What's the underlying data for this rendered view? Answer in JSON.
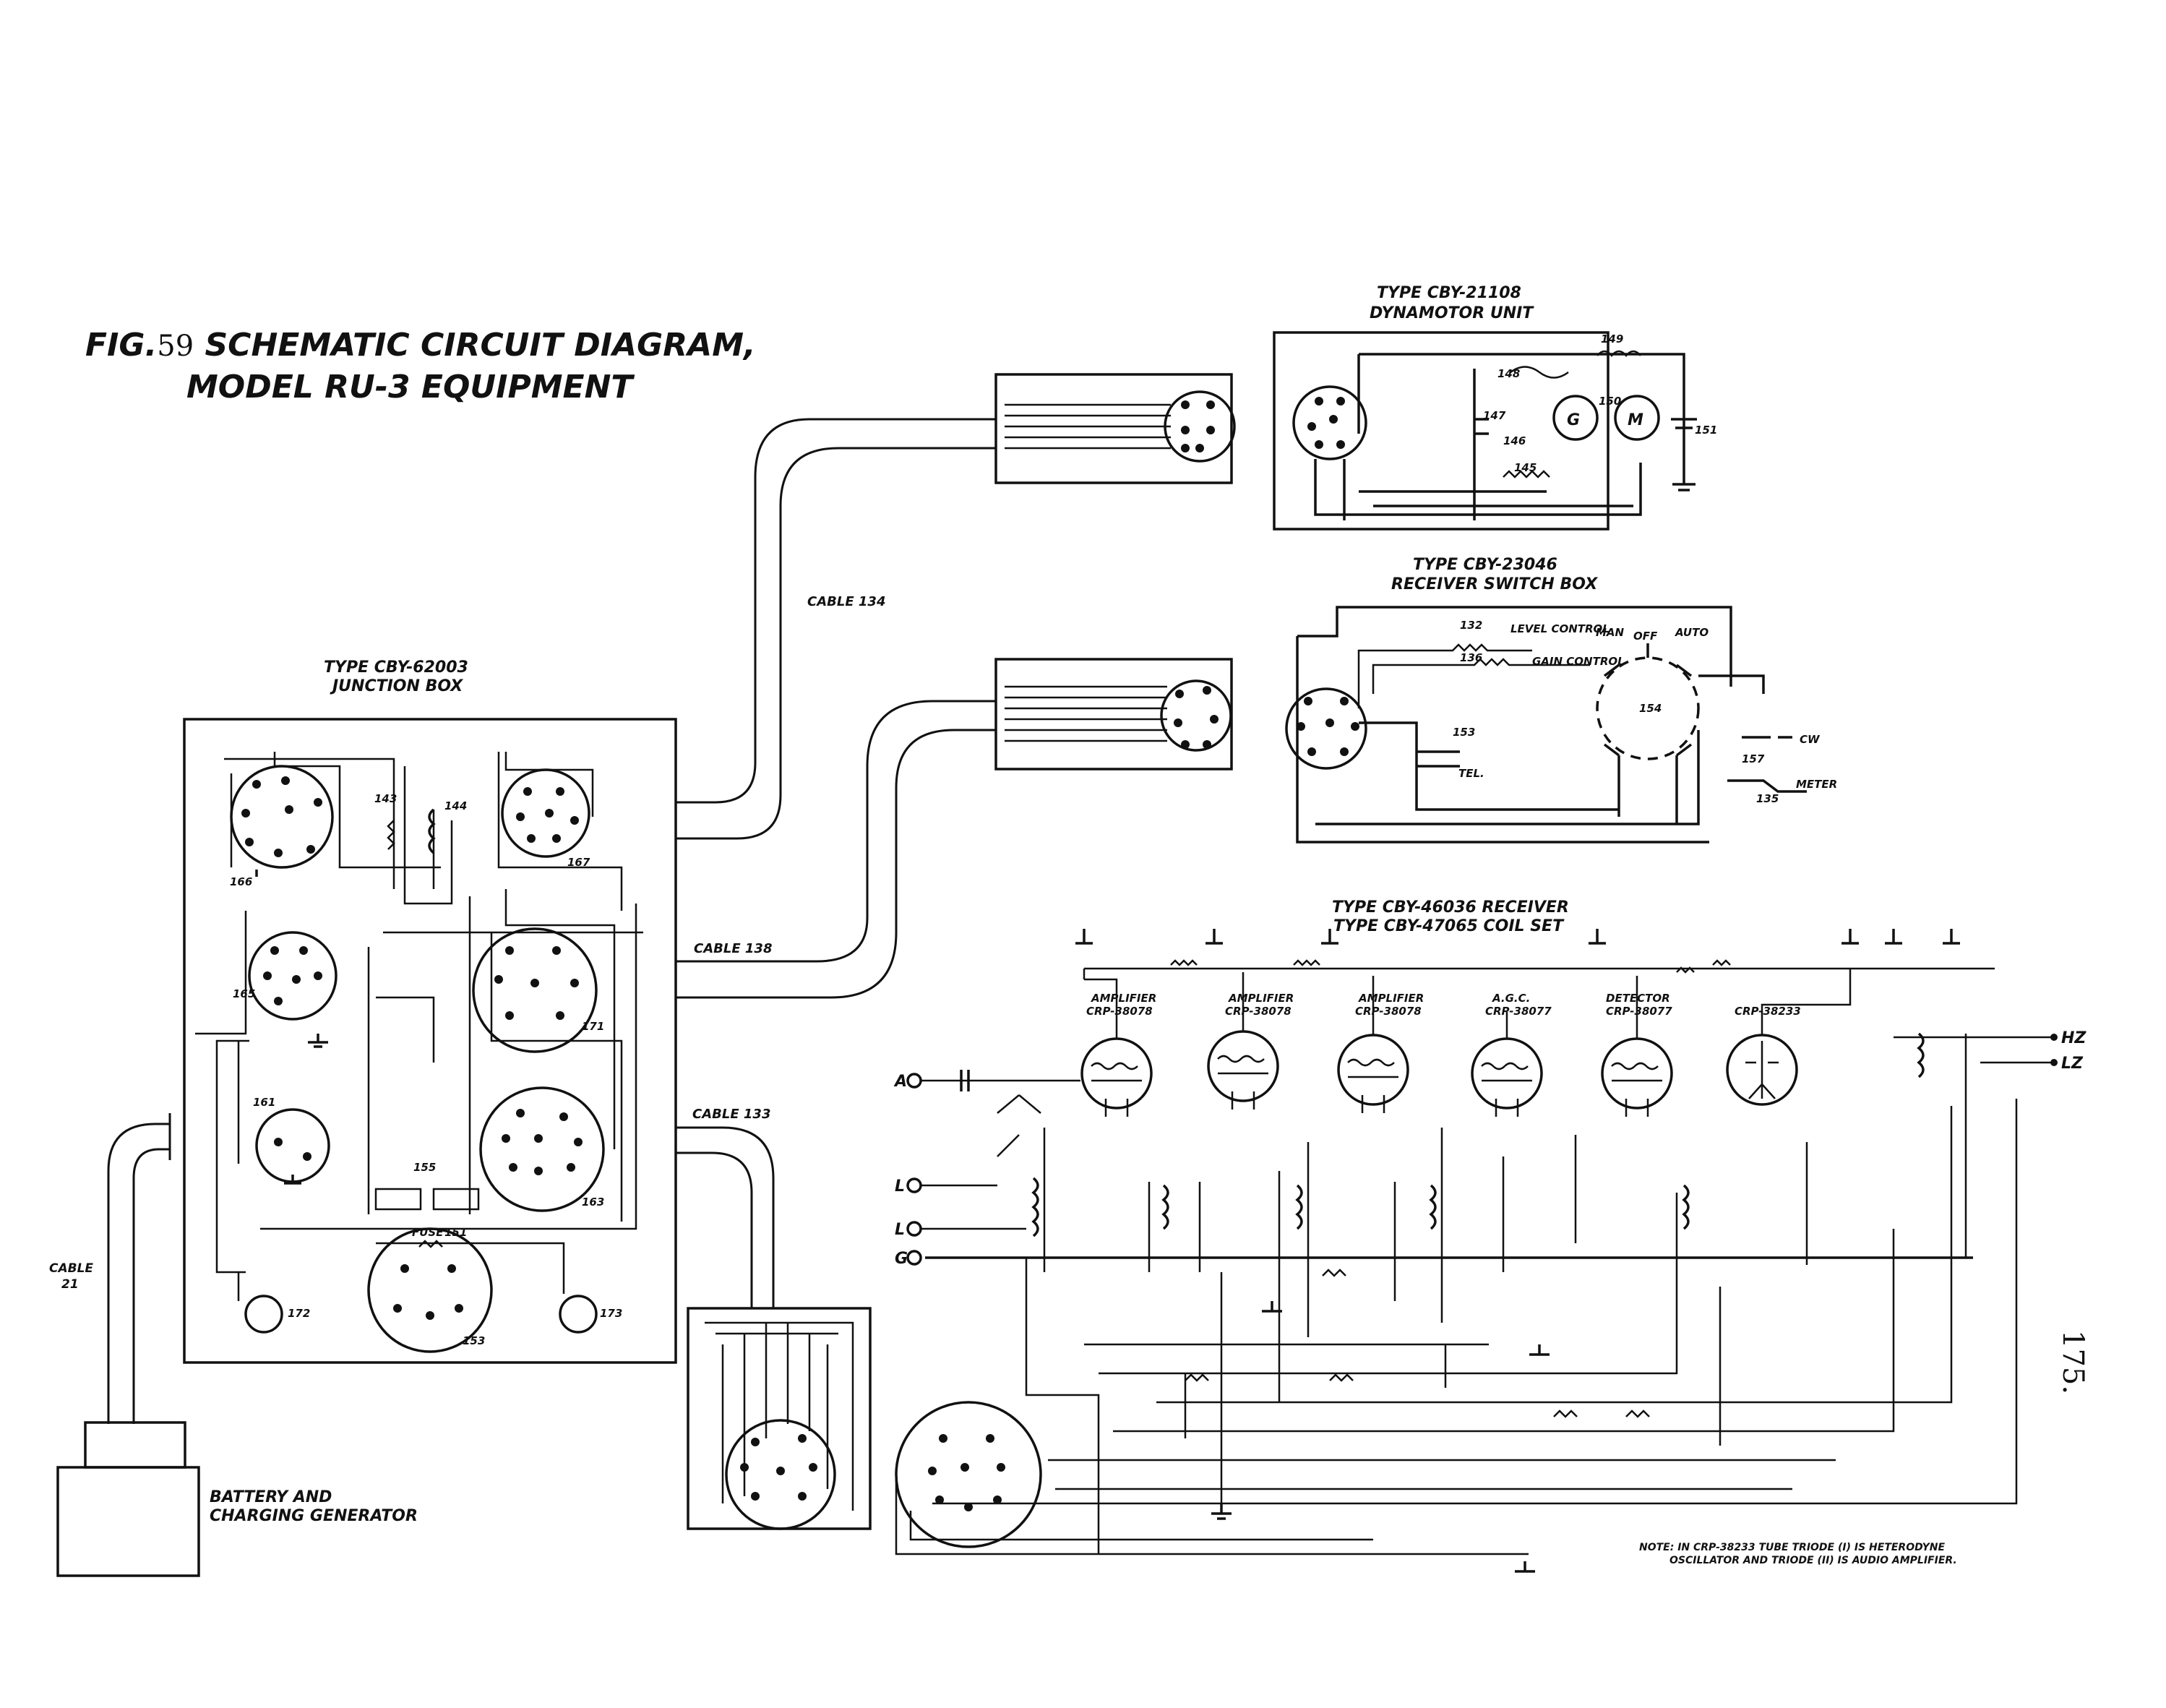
{
  "figure": {
    "title_prefix": "FIG.",
    "number": "59",
    "title_line1": " SCHEMATIC CIRCUIT DIAGRAM,",
    "title_line2": "MODEL RU-3 EQUIPMENT",
    "page_number": "175."
  },
  "units": {
    "dynamotor": {
      "line1": "TYPE CBY-21108",
      "line2": "DYNAMOTOR UNIT",
      "parts": [
        "149",
        "148",
        "150",
        "147",
        "146",
        "145",
        "151"
      ],
      "generator": "G",
      "motor": "M"
    },
    "switch_box": {
      "line1": "TYPE CBY-23046",
      "line2": "RECEIVER SWITCH BOX",
      "level_control": "LEVEL CONTROL",
      "gain_control": "GAIN CONTROL",
      "man": "MAN",
      "off": "OFF",
      "auto": "AUTO",
      "tel": "TEL.",
      "cw": "CW",
      "meter": "METER",
      "parts": [
        "132",
        "136",
        "153",
        "154",
        "157",
        "135"
      ]
    },
    "junction_box": {
      "line1": "TYPE CBY-62003",
      "line2": "JUNCTION BOX",
      "parts": [
        "166",
        "143",
        "144",
        "167",
        "165",
        "171",
        "161",
        "163",
        "155",
        "151",
        "172",
        "153",
        "173"
      ],
      "fuse": "FUSE"
    },
    "receiver": {
      "line1": "TYPE CBY-46036 RECEIVER",
      "line2": "TYPE CBY-47065 COIL SET"
    },
    "battery": {
      "line1": "BATTERY AND",
      "line2": "CHARGING GENERATOR"
    }
  },
  "cables": {
    "c134": "CABLE 134",
    "c138": "CABLE 138",
    "c133": "CABLE 133",
    "c21_line1": "CABLE",
    "c21_line2": "21"
  },
  "tubes": [
    {
      "role": "AMPLIFIER",
      "type": "CRP-38078"
    },
    {
      "role": "AMPLIFIER",
      "type": "CRP-38078"
    },
    {
      "role": "AMPLIFIER",
      "type": "CRP-38078"
    },
    {
      "role": "A.G.C.",
      "type": "CRP-38077"
    },
    {
      "role": "DETECTOR",
      "type": "CRP-38077"
    },
    {
      "role": "",
      "type": "CRP-38233"
    }
  ],
  "terminals": {
    "a": "A",
    "l1": "L",
    "l2": "L",
    "g": "G",
    "hz": "HZ",
    "lz": "LZ"
  },
  "note": {
    "line1": "NOTE: IN CRP-38233 TUBE TRIODE (I) IS HETERODYNE",
    "line2": "OSCILLATOR AND TRIODE (II) IS AUDIO AMPLIFIER."
  },
  "colors": {
    "ink": "#111111",
    "paper": "#ffffff"
  }
}
